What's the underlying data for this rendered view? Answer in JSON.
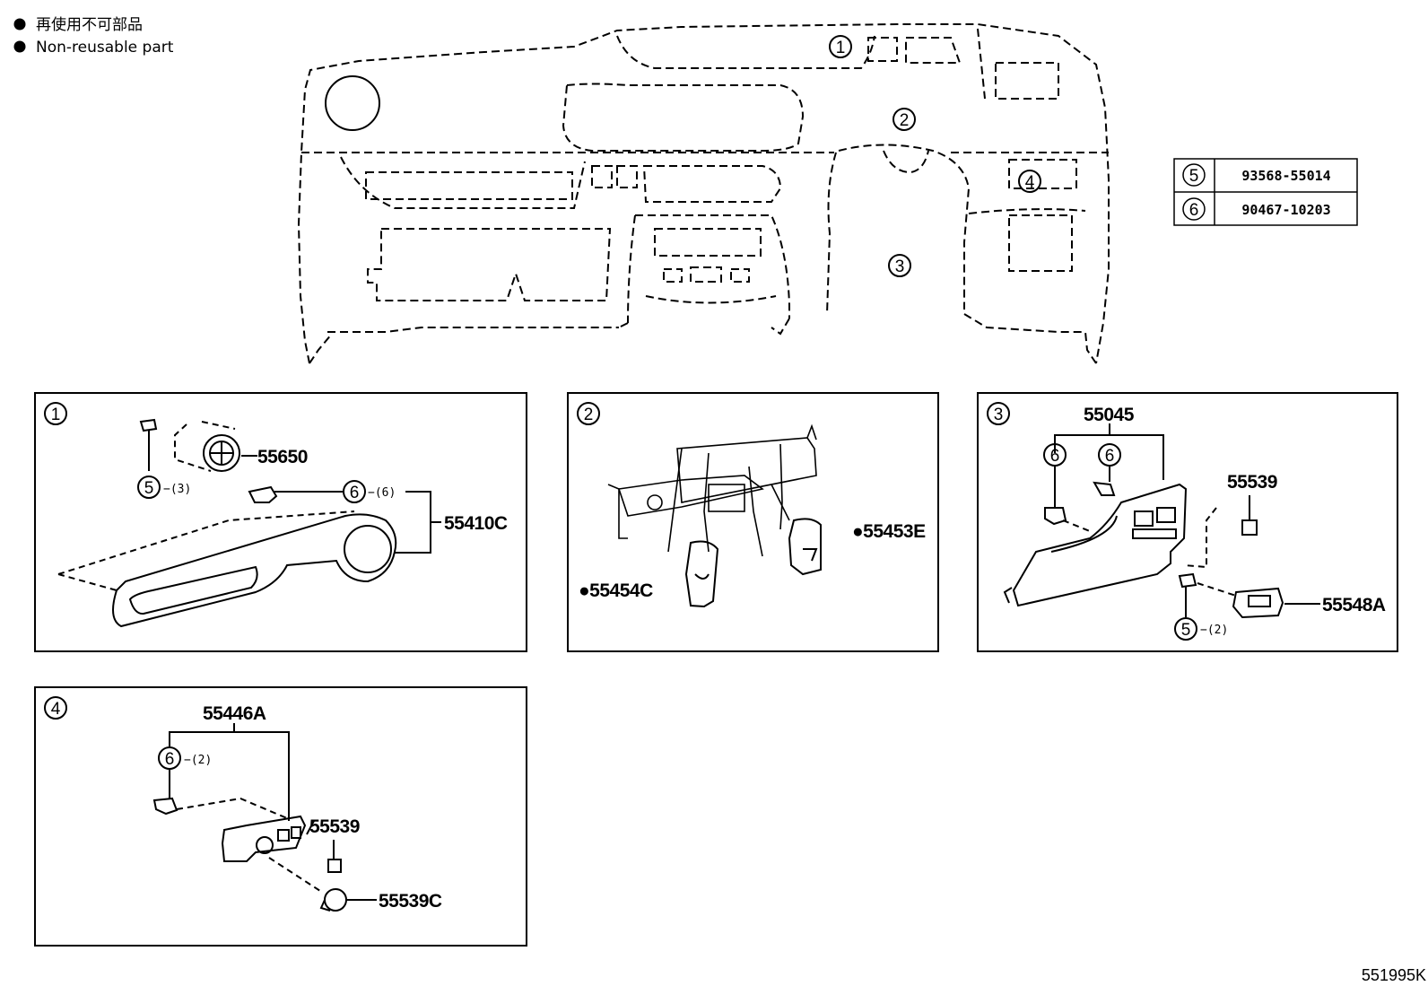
{
  "legend": {
    "line1": "再使用不可部品",
    "line2": "Non-reusable part"
  },
  "overview": {
    "callouts": [
      "1",
      "2",
      "3",
      "4"
    ]
  },
  "fastener_table": [
    {
      "ref": "5",
      "part": "93568-55014"
    },
    {
      "ref": "6",
      "part": "90467-10203"
    }
  ],
  "panels": {
    "p1": {
      "num": "1",
      "labels": {
        "a": "55650",
        "b": "55410C"
      },
      "refs": {
        "r5": "5",
        "r6": "6"
      },
      "qty": {
        "q5": "−(3)",
        "q6": "−(6)"
      }
    },
    "p2": {
      "num": "2",
      "labels": {
        "a": "●55453E",
        "b": "●55454C"
      }
    },
    "p3": {
      "num": "3",
      "labels": {
        "a": "55045",
        "b": "55539",
        "c": "55548A"
      },
      "refs": {
        "r6a": "6",
        "r6b": "6",
        "r5": "5"
      },
      "qty": {
        "q5": "−(2)"
      }
    },
    "p4": {
      "num": "4",
      "labels": {
        "a": "55446A",
        "b": "55539",
        "c": "55539C"
      },
      "refs": {
        "r6": "6"
      },
      "qty": {
        "q6": "−(2)"
      }
    }
  },
  "illustration_code": "551995K"
}
